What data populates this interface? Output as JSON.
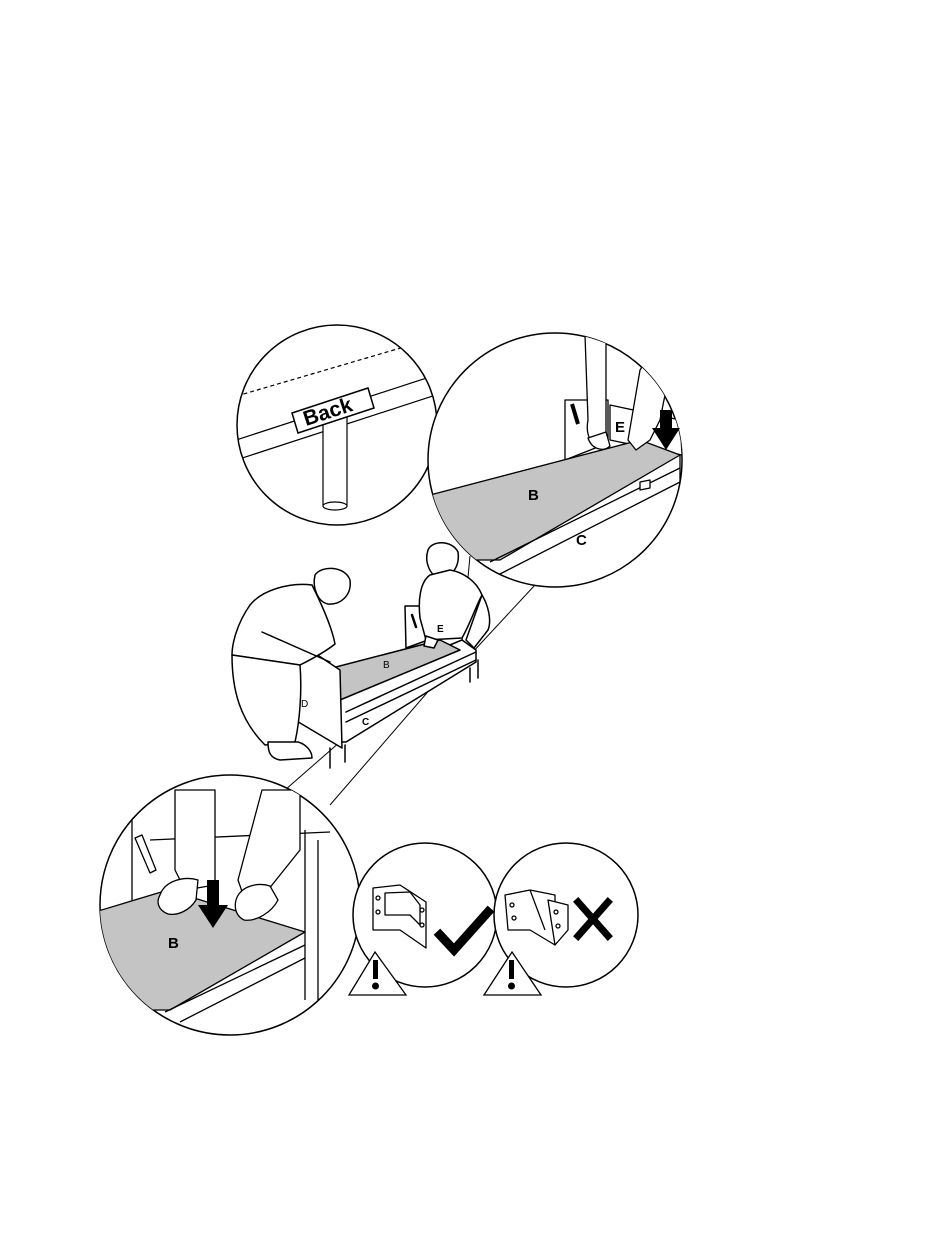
{
  "diagram": {
    "back_tag": "Back",
    "panels": {
      "b": "B",
      "c": "C",
      "d": "D",
      "e": "E"
    },
    "colors": {
      "line": "#000000",
      "panel_fill": "#c4c4c4",
      "background": "#ffffff"
    },
    "icons": [
      "check-icon",
      "cross-icon",
      "warning-icon",
      "down-arrow-icon",
      "bracket-icon"
    ]
  }
}
